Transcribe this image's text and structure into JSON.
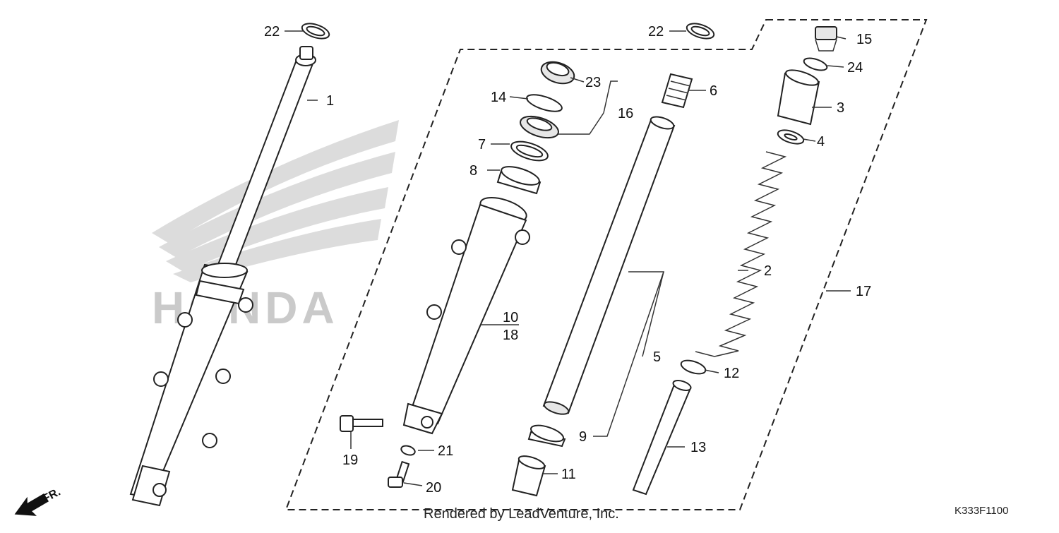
{
  "diagram": {
    "part_labels": {
      "p1": "1",
      "p2": "2",
      "p3": "3",
      "p4": "4",
      "p5": "5",
      "p6": "6",
      "p7": "7",
      "p8": "8",
      "p9": "9",
      "p10": "10",
      "p11": "11",
      "p12": "12",
      "p13": "13",
      "p14": "14",
      "p15": "15",
      "p16": "16",
      "p17": "17",
      "p18": "18",
      "p19": "19",
      "p20": "20",
      "p21": "21",
      "p22a": "22",
      "p22b": "22",
      "p23": "23",
      "p24": "24"
    },
    "direction_marker": "FR.",
    "footer_text": "Rendered by LeadVenture, Inc.",
    "diagram_code": "K333F1100",
    "watermark_text": "HONDA"
  }
}
